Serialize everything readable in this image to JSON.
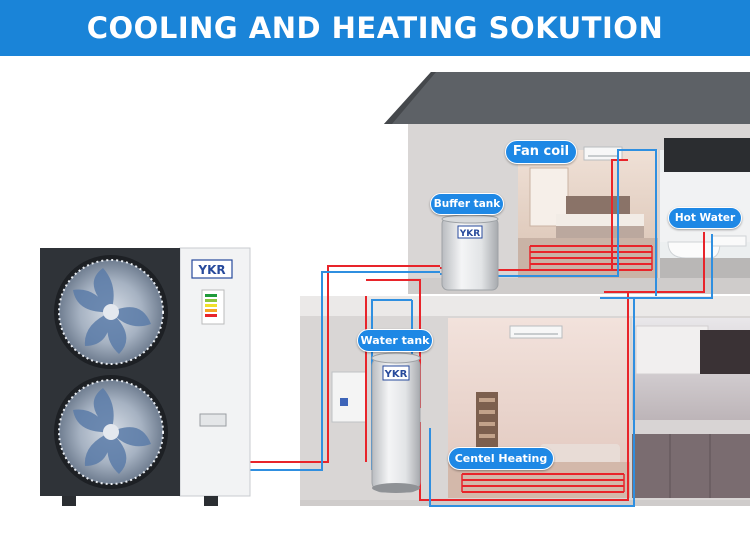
{
  "header": {
    "title": "COOLING AND HEATING SOKUTION",
    "background_color": "#1a84d8"
  },
  "labels": {
    "fan_coil": "Fan coil",
    "buffer_tank": "Buffer tank",
    "hot_water": "Hot Water",
    "water_tank": "Water tank",
    "centel_heating": "Centel Heating"
  },
  "brand": {
    "logo_text": "YKR"
  },
  "pipe_colors": {
    "hot": "#e8242a",
    "cold": "#2f8fe0"
  }
}
